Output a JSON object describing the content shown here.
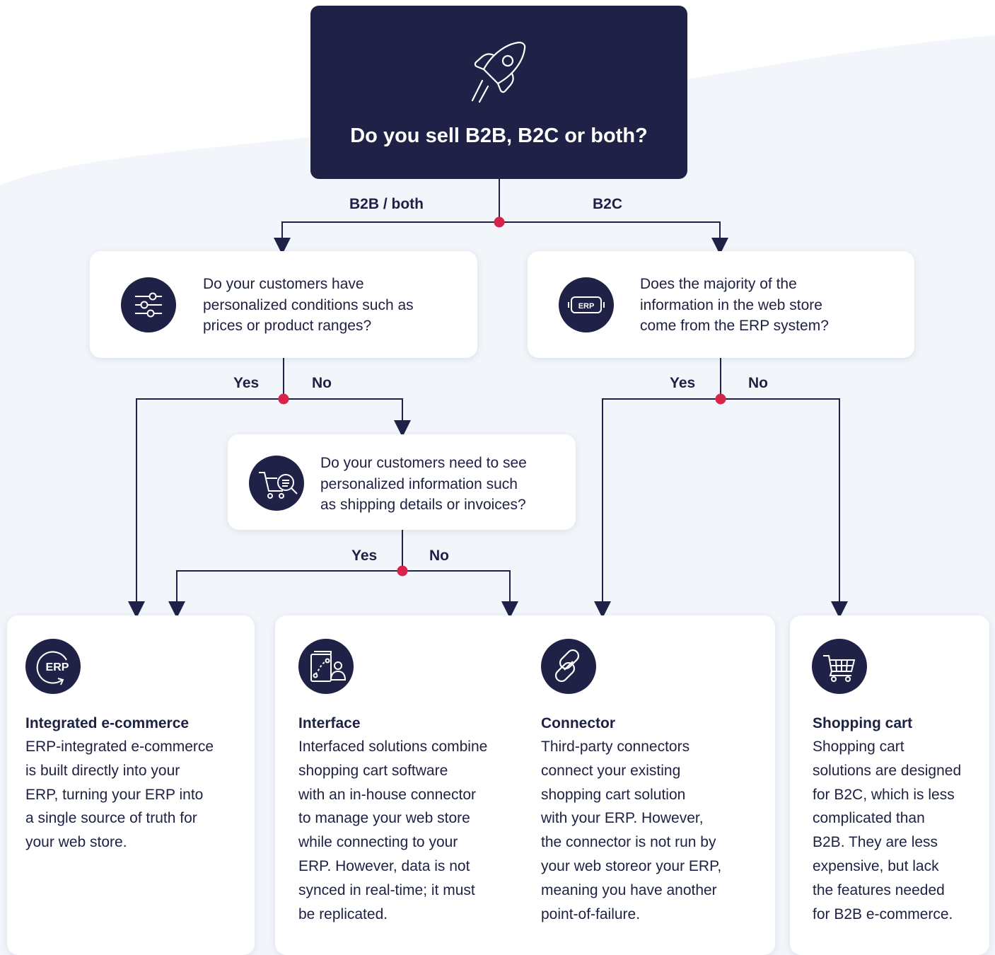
{
  "colors": {
    "navy": "#1f2246",
    "accent_dot": "#d8234a",
    "background": "#f2f6fa",
    "card": "#ffffff"
  },
  "root": {
    "icon": "rocket-icon",
    "question": "Do you sell B2B, B2C or both?"
  },
  "root_branches": {
    "left": "B2B / both",
    "right": "B2C"
  },
  "q_conditions": {
    "icon": "sliders-icon",
    "text": [
      "Do your customers have",
      "personalized conditions such as",
      "prices or product ranges?"
    ],
    "yes": "Yes",
    "no": "No"
  },
  "q_erp": {
    "icon": "erp-badge-icon",
    "badge": "ERP",
    "text": [
      "Does the majority of the",
      "information in the web store",
      "come from the ERP system?"
    ],
    "yes": "Yes",
    "no": "No"
  },
  "q_info": {
    "icon": "cart-search-icon",
    "text": [
      "Do your customers need to see",
      "personalized information such",
      "as shipping details or invoices?"
    ],
    "yes": "Yes",
    "no": "No"
  },
  "results": {
    "integrated": {
      "icon": "erp-cycle-icon",
      "badge": "ERP",
      "title": "Integrated e-commerce",
      "lines": [
        "ERP-integrated e-commerce",
        "is built directly into your",
        "ERP, turning your ERP into",
        "a single source of truth for",
        "your web store."
      ]
    },
    "interface": {
      "icon": "interface-document-icon",
      "title": "Interface",
      "lines": [
        "Interfaced solutions combine",
        "shopping cart software",
        "with an in-house connector",
        "to manage your web store",
        "while connecting to your",
        "ERP. However, data is not",
        "synced in real-time; it must",
        "be replicated."
      ]
    },
    "connector": {
      "icon": "chain-link-icon",
      "title": "Connector",
      "lines": [
        "Third-party connectors",
        "connect your existing",
        "shopping cart solution",
        "with your ERP. However,",
        "the connector is not run by",
        "your web storeor your ERP,",
        "meaning you have another",
        "point-of-failure."
      ]
    },
    "cart": {
      "icon": "shopping-cart-icon",
      "title": "Shopping cart",
      "lines": [
        "Shopping cart",
        "solutions are designed",
        "for B2C, which is less",
        "complicated than",
        "B2B. They are less",
        "expensive, but lack",
        "the features needed",
        "for B2B e-commerce."
      ]
    }
  }
}
